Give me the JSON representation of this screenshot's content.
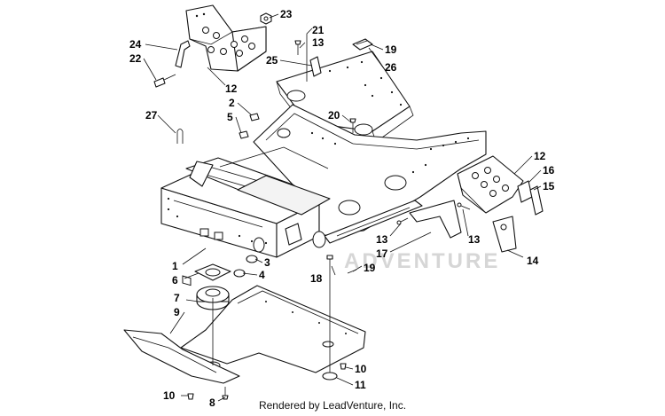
{
  "footer_text": "Rendered by LeadVenture, Inc.",
  "watermark": "ADVENTURE",
  "callouts": [
    {
      "id": "c23",
      "label": "23"
    },
    {
      "id": "c24",
      "label": "24"
    },
    {
      "id": "c22",
      "label": "22"
    },
    {
      "id": "c12a",
      "label": "12"
    },
    {
      "id": "c21",
      "label": "21"
    },
    {
      "id": "c13a",
      "label": "13"
    },
    {
      "id": "c25",
      "label": "25"
    },
    {
      "id": "c19a",
      "label": "19"
    },
    {
      "id": "c26",
      "label": "26"
    },
    {
      "id": "c2",
      "label": "2"
    },
    {
      "id": "c5",
      "label": "5"
    },
    {
      "id": "c20",
      "label": "20"
    },
    {
      "id": "c27",
      "label": "27"
    },
    {
      "id": "c12b",
      "label": "12"
    },
    {
      "id": "c16",
      "label": "16"
    },
    {
      "id": "c15",
      "label": "15"
    },
    {
      "id": "c13b",
      "label": "13"
    },
    {
      "id": "c17",
      "label": "17"
    },
    {
      "id": "c13c",
      "label": "13"
    },
    {
      "id": "c14",
      "label": "14"
    },
    {
      "id": "c1",
      "label": "1"
    },
    {
      "id": "c3",
      "label": "3"
    },
    {
      "id": "c6",
      "label": "6"
    },
    {
      "id": "c4",
      "label": "4"
    },
    {
      "id": "c19b",
      "label": "19"
    },
    {
      "id": "c18",
      "label": "18"
    },
    {
      "id": "c7",
      "label": "7"
    },
    {
      "id": "c9",
      "label": "9"
    },
    {
      "id": "c10a",
      "label": "10"
    },
    {
      "id": "c11",
      "label": "11"
    },
    {
      "id": "c10b",
      "label": "10"
    },
    {
      "id": "c8",
      "label": "8"
    }
  ]
}
